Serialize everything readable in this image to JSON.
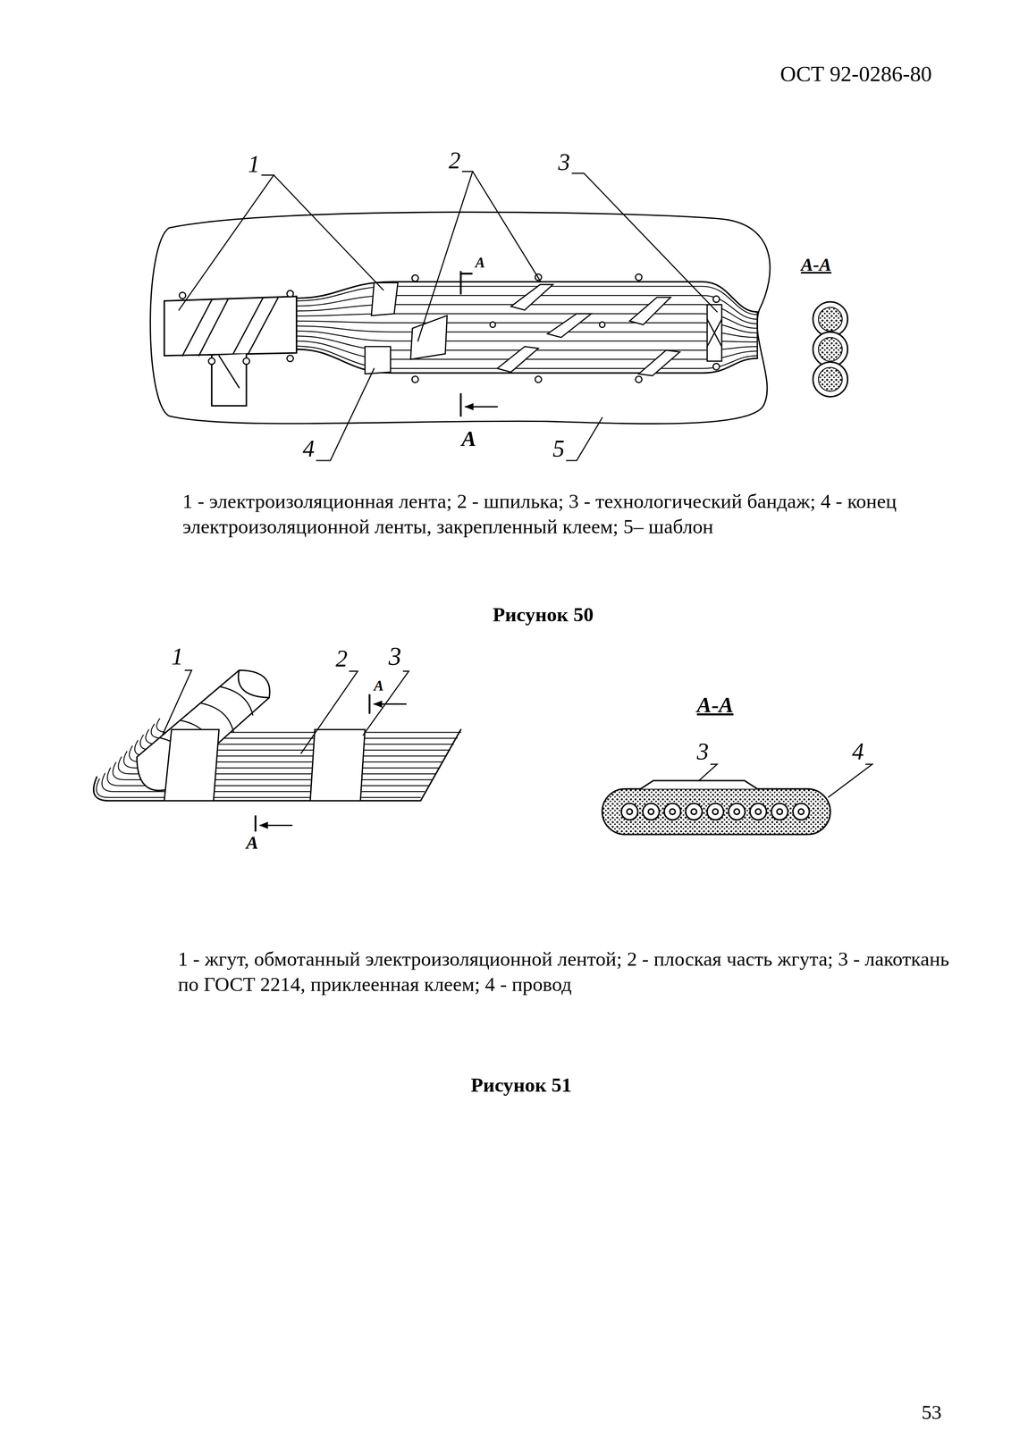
{
  "diagram": {
    "labels": [
      "ОСТ 92-0286-80",
      "1",
      "2",
      "3",
      "А",
      "А-А",
      "4",
      "А",
      "5",
      "1 - электроизоляционная лента; 2 - шпилька; 3 - технологический бандаж; 4 - конец электроизоляционной ленты, закрепленный клеем; 5– шаблон",
      "Рисунок 50",
      "1",
      "2",
      "3",
      "А",
      "А",
      "А-А",
      "3",
      "4",
      "1 - жгут, обмотанный электроизоляционной лентой; 2 - плоская часть жгута; 3 - лакоткань по ГОСТ 2214, приклеенная клеем; 4 - провод",
      "Рисунок 51",
      "53"
    ]
  }
}
